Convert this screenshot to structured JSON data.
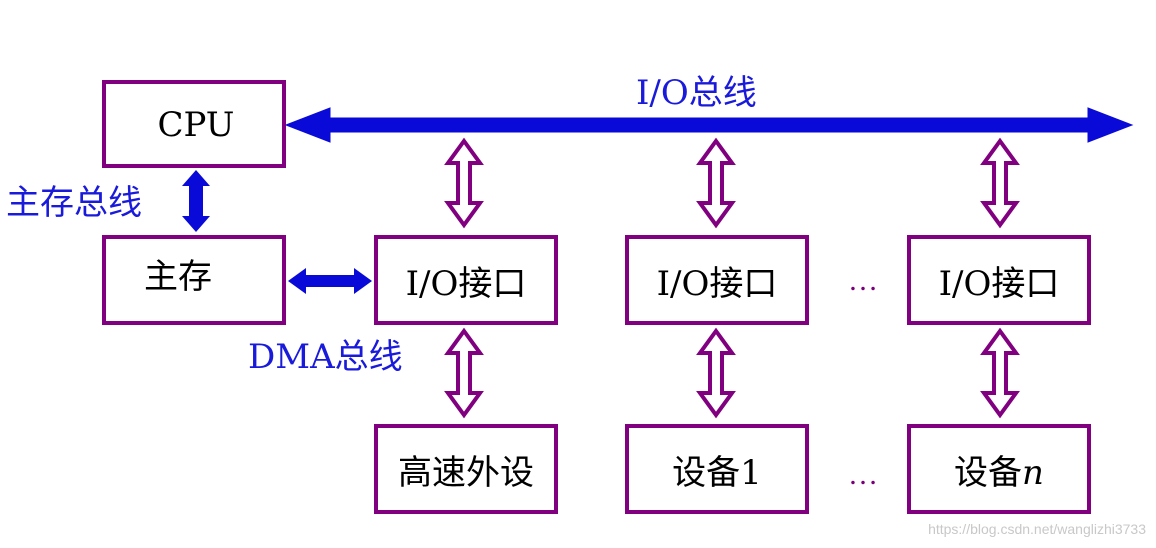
{
  "colors": {
    "box_border": "#800080",
    "bus_blue": "#0a0ad8",
    "label_blue": "#1a1adb",
    "arrow_purple": "#800080"
  },
  "buses": {
    "io_bus": "I/O总线",
    "main_memory_bus": "主存总线",
    "dma_bus": "DMA总线"
  },
  "boxes": {
    "cpu": "CPU",
    "main_memory": "主存",
    "io_interface_1": "I/O接口",
    "io_interface_2": "I/O接口",
    "io_interface_n": "I/O接口",
    "high_speed_peripheral": "高速外设",
    "device_1": "设备1",
    "device_n_prefix": "设备",
    "device_n_suffix": "n"
  },
  "ellipsis": "…",
  "watermark": "https://blog.csdn.net/wanglizhi3733"
}
